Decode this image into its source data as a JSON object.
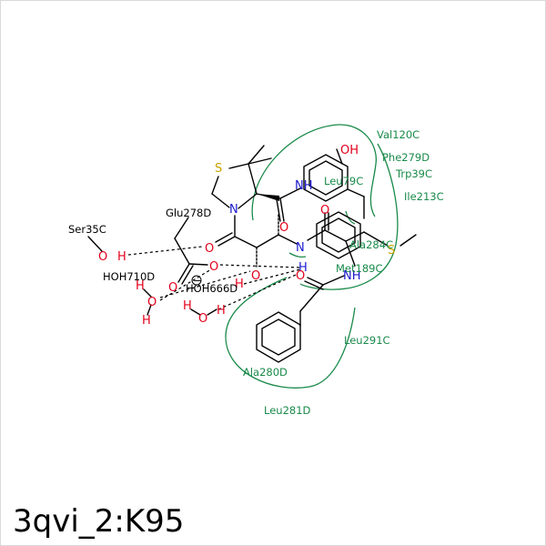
{
  "title": "3qvi_2:K95",
  "residues": {
    "val120c": "Val120C",
    "phe279d": "Phe279D",
    "trp39c": "Trp39C",
    "ile213c": "Ile213C",
    "leu79c": "Leu79C",
    "ala284c": "Ala284C",
    "met189c": "Met189C",
    "glu278d": "Glu278D",
    "ser35c": "Ser35C",
    "hoh710d": "HOH710D",
    "hoh666d": "HOH666D",
    "leu291c": "Leu291C",
    "ala280d": "Ala280D",
    "leu281d": "Leu281D"
  },
  "atoms": {
    "s": "S",
    "n": "N",
    "o": "O",
    "h": "H",
    "oh": "OH",
    "nh": "NH",
    "charge": "−"
  },
  "colors": {
    "oxygen": "#e3001b",
    "nitrogen": "#1a1acf",
    "sulfur": "#c9a200",
    "residue": "#1a8a4a",
    "bond": "#000000"
  }
}
